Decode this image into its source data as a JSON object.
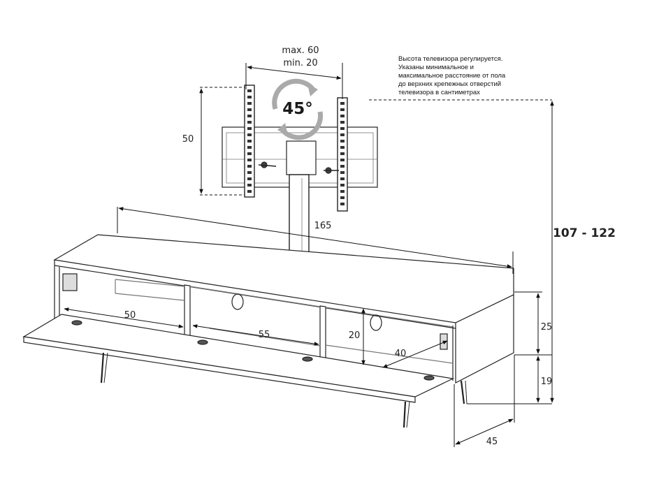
{
  "diagram": {
    "top_width_max": "max. 60",
    "top_width_min": "min. 20",
    "rotation": "45°",
    "bracket_height": "50",
    "cabinet_length": "165",
    "total_height": "107 - 122",
    "shelf_left_width": "50",
    "shelf_middle_width": "55",
    "shelf_right_width": "40",
    "shelf_right_height": "20",
    "cabinet_body_height": "25",
    "leg_height": "19",
    "depth": "45",
    "note_lines": [
      "Высота телевизора регулируется.",
      "Указаны минимальное и",
      "максимальное  расстояние от пола",
      "до верхних крепежных отверстий",
      "телевизора в сантиметрах"
    ]
  }
}
